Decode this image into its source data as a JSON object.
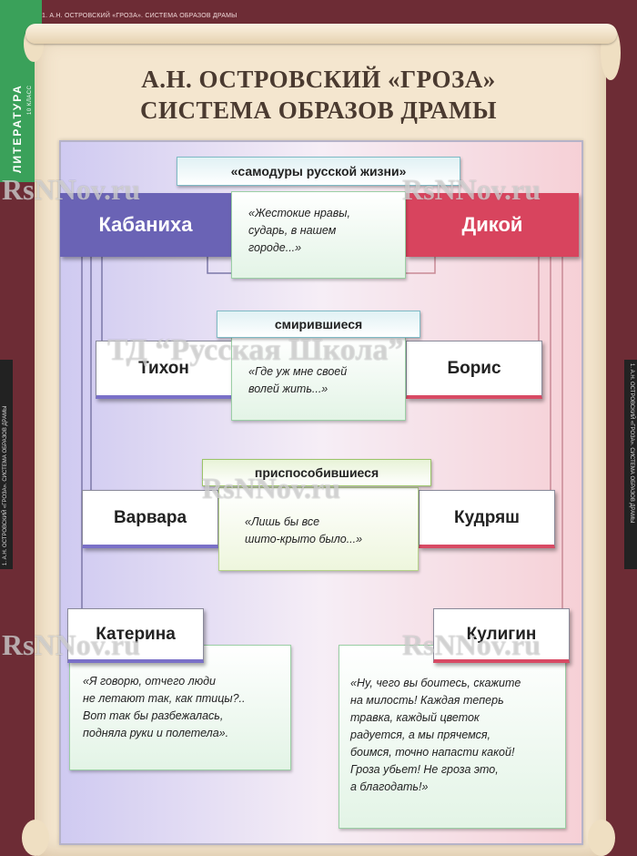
{
  "header_strip": "1. А.Н. ОСТРОВСКИЙ «ГРОЗА». СИСТЕМА ОБРАЗОВ ДРАМЫ",
  "side_tab": {
    "subject": "ЛИТЕРАТУРА",
    "grade": "10 КЛАСС"
  },
  "edge_caption": "1. А.Н. ОСТРОВСКИЙ «ГРОЗА». СИСТЕМА ОБРАЗОВ ДРАМЫ",
  "title": {
    "line1": "А.Н. ОСТРОВСКИЙ «ГРОЗА»",
    "line2": "СИСТЕМА ОБРАЗОВ ДРАМЫ"
  },
  "groups": {
    "tyrants": {
      "label": "«самодуры русской жизни»",
      "left": "Кабаниха",
      "right": "Дикой",
      "quote": [
        "«Жестокие нравы,",
        "сударь, в нашем",
        "городе...»"
      ]
    },
    "submissive": {
      "label": "смирившиеся",
      "left": "Тихон",
      "right": "Борис",
      "quote": [
        "«Где уж мне своей",
        "волей жить...»"
      ]
    },
    "adapted": {
      "label": "приспособившиеся",
      "left": "Варвара",
      "right": "Кудряш",
      "quote": [
        "«Лишь бы все",
        "шито-крыто было...»"
      ]
    },
    "katerina": {
      "name": "Катерина",
      "quote": [
        "«Я говорю, отчего люди",
        "не летают так, как птицы?..",
        "Вот так бы разбежалась,",
        "подняла руки и полетела»."
      ]
    },
    "kuligin": {
      "name": "Кулигин",
      "quote": [
        "«Ну, чего вы боитесь, скажите",
        "на милость! Каждая теперь",
        "травка, каждый цветок",
        "радуется, а мы прячемся,",
        "боимся, точно напасти какой!",
        "Гроза убьет! Не гроза это,",
        "а благодать!»"
      ]
    }
  },
  "watermarks": {
    "site": "RsNNov.ru",
    "publisher": "ТД “Русская Школа”"
  }
}
